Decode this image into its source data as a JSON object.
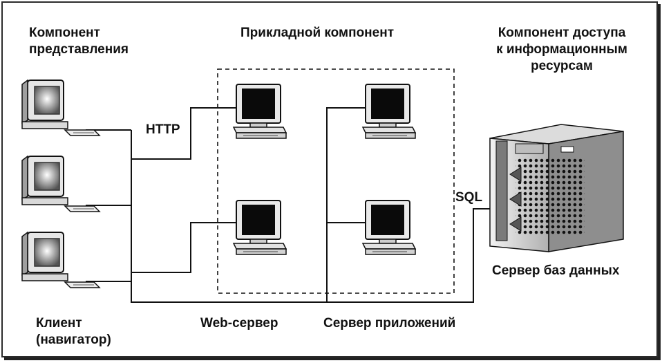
{
  "labels": {
    "presentation_component": [
      "Компонент",
      "представления"
    ],
    "application_component": "Прикладной компонент",
    "resource_component": [
      "Компонент доступа",
      "к информационным",
      "ресурсам"
    ],
    "http": "HTTP",
    "sql": "SQL",
    "database_server": "Сервер баз данных",
    "client": [
      "Клиент",
      "(навигатор)"
    ],
    "web_server": "Web-сервер",
    "app_server": "Сервер приложений"
  },
  "nodes": [
    {
      "id": "client-1",
      "kind": "client-workstation"
    },
    {
      "id": "client-2",
      "kind": "client-workstation"
    },
    {
      "id": "client-3",
      "kind": "client-workstation"
    },
    {
      "id": "web-server-1",
      "kind": "server-monitor"
    },
    {
      "id": "web-server-2",
      "kind": "server-monitor"
    },
    {
      "id": "app-server-1",
      "kind": "server-monitor"
    },
    {
      "id": "app-server-2",
      "kind": "server-monitor"
    },
    {
      "id": "database-server",
      "kind": "database-tower"
    }
  ],
  "edges": [
    {
      "from": "client-1",
      "to": "web-server-1",
      "label": "HTTP"
    },
    {
      "from": "client-2",
      "to": "web-server-1",
      "label": "HTTP"
    },
    {
      "from": "client-3",
      "to": "web-server-2",
      "label": ""
    },
    {
      "from": "web-server-1",
      "to": "app-server-1",
      "label": ""
    },
    {
      "from": "web-server-2",
      "to": "app-server-2",
      "label": ""
    },
    {
      "from": "app-server-1",
      "to": "database-server",
      "label": "SQL"
    }
  ],
  "colors": {
    "line": "#111111",
    "screen": "#0a0a0a",
    "device": "#e6e6e6",
    "tower": "#cfcfcf"
  },
  "icons": [
    "crt-monitor-icon",
    "server-tower-icon"
  ]
}
